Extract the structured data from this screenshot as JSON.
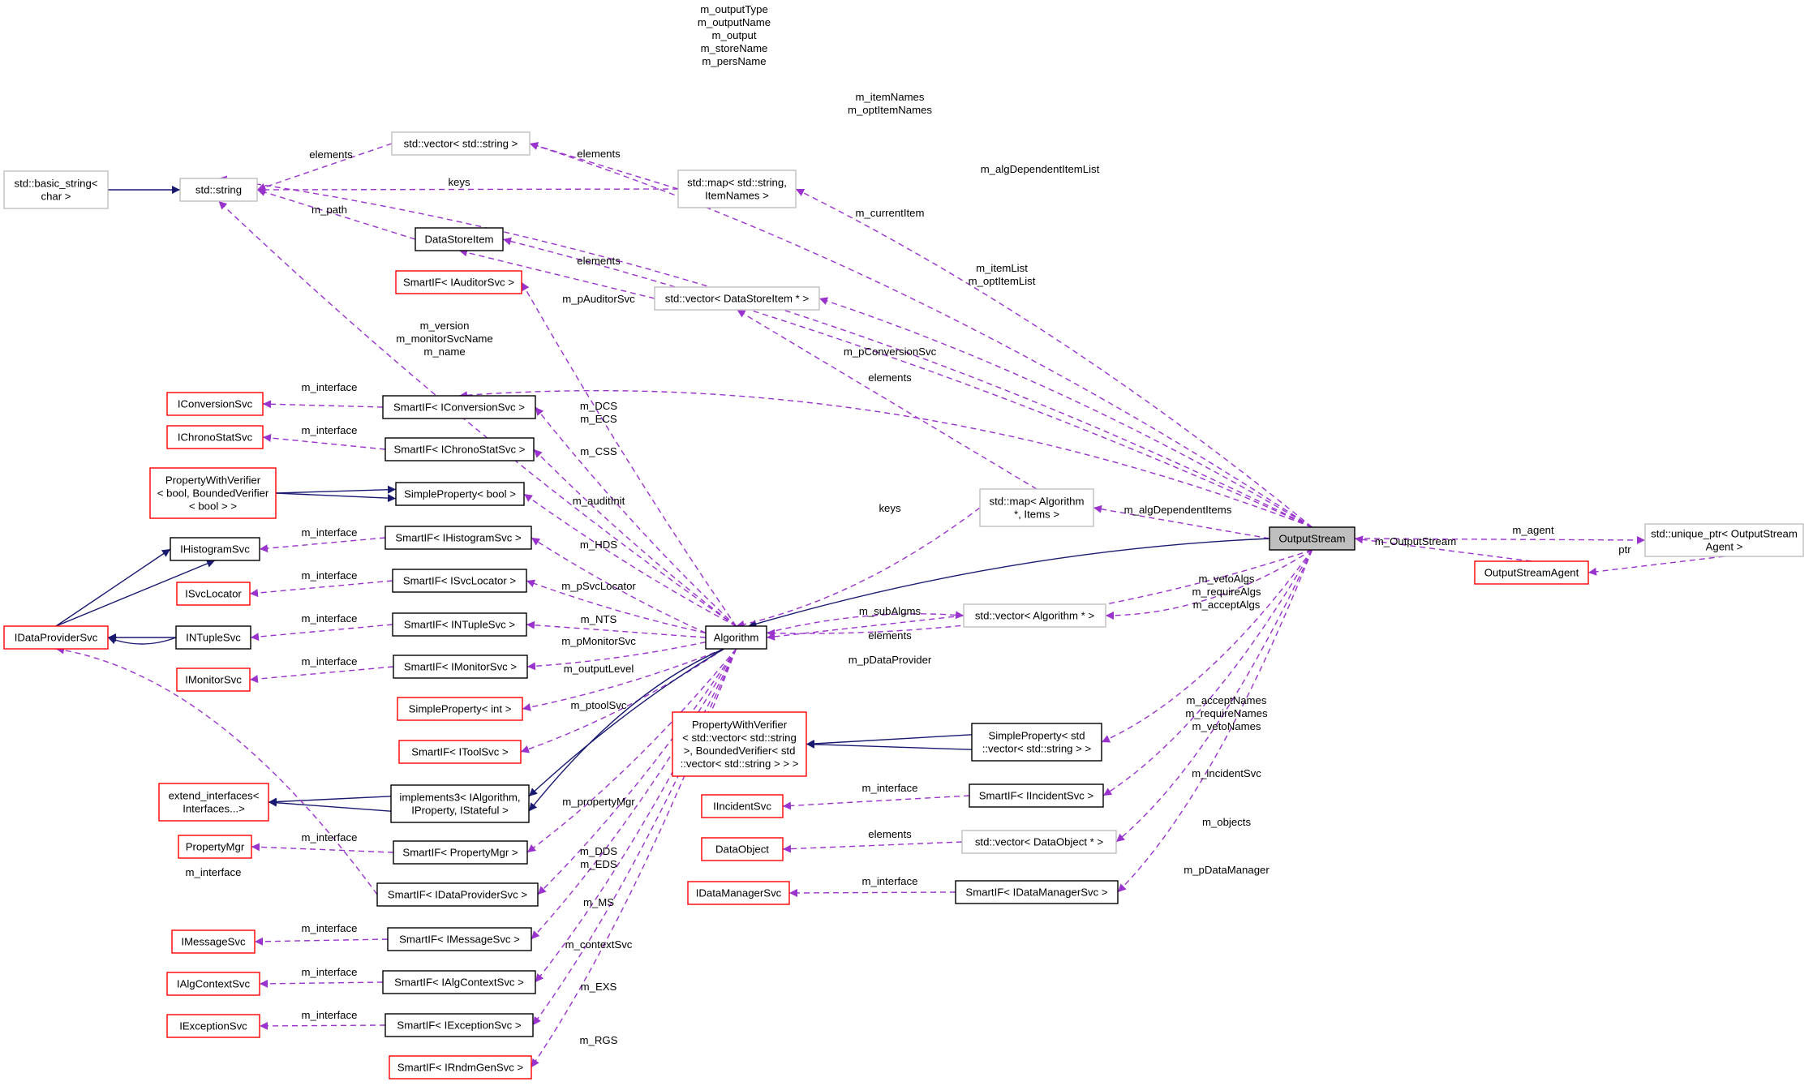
{
  "colors": {
    "inheritance": "#191970",
    "usage": "#9a32cd",
    "documented_border": "#000000",
    "undocumented_border": "#bfbfbf",
    "external_border": "#ff0000",
    "focus_fill": "#bfbfbf"
  },
  "nodes": {
    "output_stream": [
      "OutputStream"
    ],
    "unique_ptr_agent": [
      "std::unique_ptr< OutputStream",
      "Agent >"
    ],
    "output_stream_agent": [
      "OutputStreamAgent"
    ],
    "basic_string": [
      "std::basic_string<",
      "char >"
    ],
    "std_string": [
      "std::string"
    ],
    "vector_string": [
      "std::vector< std::string >"
    ],
    "map_itemnames": [
      "std::map< std::string,",
      "ItemNames >"
    ],
    "datastoreitem": [
      "DataStoreItem"
    ],
    "vector_datastoreitem": [
      "std::vector< DataStoreItem * >"
    ],
    "smartif_auditor": [
      "SmartIF< IAuditorSvc >"
    ],
    "iconversionsvc": [
      "IConversionSvc"
    ],
    "smartif_conversion": [
      "SmartIF< IConversionSvc >"
    ],
    "ichronostatsvc": [
      "IChronoStatSvc"
    ],
    "smartif_chrono": [
      "SmartIF< IChronoStatSvc >"
    ],
    "pwv_bool": [
      "PropertyWithVerifier",
      "< bool, BoundedVerifier",
      "< bool > >"
    ],
    "simpleproperty_bool": [
      "SimpleProperty< bool >"
    ],
    "ihistogramsvc": [
      "IHistogramSvc"
    ],
    "smartif_histogram": [
      "SmartIF< IHistogramSvc >"
    ],
    "isvclocator": [
      "ISvcLocator"
    ],
    "smartif_svclocator": [
      "SmartIF< ISvcLocator >"
    ],
    "idataprovidersvc": [
      "IDataProviderSvc"
    ],
    "intuplesvc": [
      "INTupleSvc"
    ],
    "smartif_ntuple": [
      "SmartIF< INTupleSvc >"
    ],
    "imonitorsvc": [
      "IMonitorSvc"
    ],
    "smartif_monitor": [
      "SmartIF< IMonitorSvc >"
    ],
    "simpleproperty_int": [
      "SimpleProperty< int >"
    ],
    "smartif_tool": [
      "SmartIF< IToolSvc >"
    ],
    "extend_interfaces": [
      "extend_interfaces<",
      "Interfaces...>"
    ],
    "implements3": [
      "implements3< IAlgorithm,",
      "IProperty, IStateful >"
    ],
    "propertymgr": [
      "PropertyMgr"
    ],
    "smartif_propertymgr": [
      "SmartIF< PropertyMgr >"
    ],
    "smartif_dataprovider": [
      "SmartIF< IDataProviderSvc >"
    ],
    "imessagesvc": [
      "IMessageSvc"
    ],
    "smartif_message": [
      "SmartIF< IMessageSvc >"
    ],
    "ialgcontextsvc": [
      "IAlgContextSvc"
    ],
    "smartif_algcontext": [
      "SmartIF< IAlgContextSvc >"
    ],
    "iexceptionsvc": [
      "IExceptionSvc"
    ],
    "smartif_exception": [
      "SmartIF< IExceptionSvc >"
    ],
    "smartif_rndm": [
      "SmartIF< IRndmGenSvc >"
    ],
    "algorithm": [
      "Algorithm"
    ],
    "map_algorithm_items": [
      "std::map< Algorithm",
      "*, Items >"
    ],
    "vector_algorithm": [
      "std::vector< Algorithm * >"
    ],
    "pwv_vector_string": [
      "PropertyWithVerifier",
      "< std::vector< std::string",
      ">, BoundedVerifier< std",
      "::vector< std::string > > >"
    ],
    "simpleproperty_vector_string": [
      "SimpleProperty< std",
      "::vector< std::string > >"
    ],
    "iincidentsvc": [
      "IIncidentSvc"
    ],
    "smartif_incident": [
      "SmartIF< IIncidentSvc >"
    ],
    "dataobject": [
      "DataObject"
    ],
    "vector_dataobject": [
      "std::vector< DataObject * >"
    ],
    "idatamanagersvc": [
      "IDataManagerSvc"
    ],
    "smartif_datamanager": [
      "SmartIF< IDataManagerSvc >"
    ]
  },
  "labels": {
    "os_string": [
      "m_outputType",
      "m_outputName",
      "m_output",
      "m_storeName",
      "m_persName"
    ],
    "os_vector_string": [
      "m_itemNames",
      "m_optItemNames"
    ],
    "os_map_itemnames": [
      "m_algDependentItemList"
    ],
    "os_datastoreitem": [
      "m_currentItem"
    ],
    "os_vector_datastoreitem": [
      "m_itemList",
      "m_optItemList"
    ],
    "os_smartif_conversion": [
      "m_pConversionSvc"
    ],
    "os_map_algorithm_items": [
      "m_algDependentItems"
    ],
    "os_unique_ptr": [
      "m_agent"
    ],
    "agent_output_stream": [
      "m_OutputStream"
    ],
    "agent_unique_ptr": [
      "ptr"
    ],
    "os_vector_algorithm": [
      "m_vetoAlgs",
      "m_requireAlgs",
      "m_acceptAlgs"
    ],
    "os_dataprovider": [
      "m_pDataProvider"
    ],
    "os_simpleproperty_vs": [
      "m_acceptNames",
      "m_requireNames",
      "m_vetoNames"
    ],
    "os_smartif_incident": [
      "m_incidentSvc"
    ],
    "os_vector_dataobject": [
      "m_objects"
    ],
    "os_smartif_datamanager": [
      "m_pDataManager"
    ],
    "vs_string": [
      "elements"
    ],
    "mi_vector_string": [
      "elements"
    ],
    "mi_string": [
      "keys"
    ],
    "dsi_string": [
      "m_path"
    ],
    "vdsi_datastoreitem": [
      "elements"
    ],
    "mai_vdsi": [
      "elements"
    ],
    "mai_algorithm": [
      "keys"
    ],
    "va_algorithm": [
      "elements"
    ],
    "alg_vector_algorithm": [
      "m_subAlgms"
    ],
    "alg_string": [
      "m_version",
      "m_monitorSvcName",
      "m_name"
    ],
    "alg_auditor": [
      "m_pAuditorSvc"
    ],
    "alg_conversion": [
      "m_DCS",
      "m_ECS"
    ],
    "alg_chrono": [
      "m_CSS"
    ],
    "alg_simpleproperty_bool": [
      "m_auditInit"
    ],
    "alg_histogram": [
      "m_HDS"
    ],
    "alg_svclocator": [
      "m_pSvcLocator"
    ],
    "alg_ntuple": [
      "m_NTS"
    ],
    "alg_monitor": [
      "m_pMonitorSvc"
    ],
    "alg_int": [
      "m_outputLevel"
    ],
    "alg_tool": [
      "m_ptoolSvc"
    ],
    "alg_propertymgr": [
      "m_propertyMgr"
    ],
    "alg_dataprovider": [
      "m_DDS",
      "m_EDS"
    ],
    "alg_message": [
      "m_MS"
    ],
    "alg_algcontext": [
      "m_contextSvc"
    ],
    "alg_exception": [
      "m_EXS"
    ],
    "alg_rndm": [
      "m_RGS"
    ],
    "sif_conversion": [
      "m_interface"
    ],
    "sif_chrono": [
      "m_interface"
    ],
    "sif_histogram": [
      "m_interface"
    ],
    "sif_svclocator": [
      "m_interface"
    ],
    "sif_ntuple": [
      "m_interface"
    ],
    "sif_monitor": [
      "m_interface"
    ],
    "sif_propertymgr": [
      "m_interface"
    ],
    "sif_dataprovider": [
      "m_interface"
    ],
    "sif_message": [
      "m_interface"
    ],
    "sif_algcontext": [
      "m_interface"
    ],
    "sif_exception": [
      "m_interface"
    ],
    "sif_incident": [
      "m_interface"
    ],
    "vdo_dataobject": [
      "elements"
    ],
    "sif_datamanager": [
      "m_interface"
    ]
  }
}
